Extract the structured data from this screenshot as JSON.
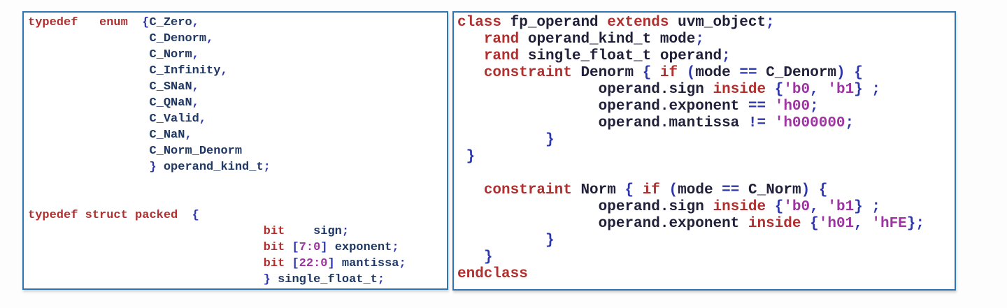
{
  "palette": {
    "keyword": "#b03030",
    "ident_navy": "#1f3864",
    "ident_dark": "#20203a",
    "punct": "#2d35aa",
    "literal": "#9d34a2",
    "border": "#2e75b6",
    "background": "#ffffff"
  },
  "panels": [
    {
      "name": "typedef-declarations",
      "lines": [
        [
          [
            "k",
            "typedef"
          ],
          [
            "s",
            "   "
          ],
          [
            "k",
            "enum"
          ],
          [
            "s",
            "  "
          ],
          [
            "o",
            "{"
          ],
          [
            "n",
            "C_Zero"
          ],
          [
            "o",
            ","
          ]
        ],
        [
          [
            "s",
            "                 "
          ],
          [
            "n",
            "C_Denorm"
          ],
          [
            "o",
            ","
          ]
        ],
        [
          [
            "s",
            "                 "
          ],
          [
            "n",
            "C_Norm"
          ],
          [
            "o",
            ","
          ]
        ],
        [
          [
            "s",
            "                 "
          ],
          [
            "n",
            "C_Infinity"
          ],
          [
            "o",
            ","
          ]
        ],
        [
          [
            "s",
            "                 "
          ],
          [
            "n",
            "C_SNaN"
          ],
          [
            "o",
            ","
          ]
        ],
        [
          [
            "s",
            "                 "
          ],
          [
            "n",
            "C_QNaN"
          ],
          [
            "o",
            ","
          ]
        ],
        [
          [
            "s",
            "                 "
          ],
          [
            "n",
            "C_Valid"
          ],
          [
            "o",
            ","
          ]
        ],
        [
          [
            "s",
            "                 "
          ],
          [
            "n",
            "C_NaN"
          ],
          [
            "o",
            ","
          ]
        ],
        [
          [
            "s",
            "                 "
          ],
          [
            "n",
            "C_Norm_Denorm"
          ]
        ],
        [
          [
            "s",
            "                 "
          ],
          [
            "o",
            "}"
          ],
          [
            "s",
            " "
          ],
          [
            "n",
            "operand_kind_t"
          ],
          [
            "o",
            ";"
          ]
        ],
        [],
        [],
        [
          [
            "k",
            "typedef"
          ],
          [
            "s",
            " "
          ],
          [
            "k",
            "struct"
          ],
          [
            "s",
            " "
          ],
          [
            "k",
            "packed"
          ],
          [
            "s",
            "  "
          ],
          [
            "o",
            "{"
          ]
        ],
        [
          [
            "s",
            "                                 "
          ],
          [
            "k",
            "bit"
          ],
          [
            "s",
            "    "
          ],
          [
            "n",
            "sign"
          ],
          [
            "o",
            ";"
          ]
        ],
        [
          [
            "s",
            "                                 "
          ],
          [
            "k",
            "bit"
          ],
          [
            "s",
            " "
          ],
          [
            "o",
            "["
          ],
          [
            "l",
            "7:0"
          ],
          [
            "o",
            "]"
          ],
          [
            "s",
            " "
          ],
          [
            "n",
            "exponent"
          ],
          [
            "o",
            ";"
          ]
        ],
        [
          [
            "s",
            "                                 "
          ],
          [
            "k",
            "bit"
          ],
          [
            "s",
            " "
          ],
          [
            "o",
            "["
          ],
          [
            "l",
            "22:0"
          ],
          [
            "o",
            "]"
          ],
          [
            "s",
            " "
          ],
          [
            "n",
            "mantissa"
          ],
          [
            "o",
            ";"
          ]
        ],
        [
          [
            "s",
            "                                 "
          ],
          [
            "o",
            "}"
          ],
          [
            "s",
            " "
          ],
          [
            "n",
            "single_float_t"
          ],
          [
            "o",
            ";"
          ]
        ]
      ]
    },
    {
      "name": "class-fp-operand",
      "lines": [
        [
          [
            "k",
            "class"
          ],
          [
            "s",
            " "
          ],
          [
            "d",
            "fp_operand"
          ],
          [
            "s",
            " "
          ],
          [
            "k",
            "extends"
          ],
          [
            "s",
            " "
          ],
          [
            "d",
            "uvm_object"
          ],
          [
            "o",
            ";"
          ]
        ],
        [
          [
            "s",
            "   "
          ],
          [
            "k",
            "rand"
          ],
          [
            "s",
            " "
          ],
          [
            "d",
            "operand_kind_t"
          ],
          [
            "s",
            " "
          ],
          [
            "d",
            "mode"
          ],
          [
            "o",
            ";"
          ]
        ],
        [
          [
            "s",
            "   "
          ],
          [
            "k",
            "rand"
          ],
          [
            "s",
            " "
          ],
          [
            "d",
            "single_float_t"
          ],
          [
            "s",
            " "
          ],
          [
            "d",
            "operand"
          ],
          [
            "o",
            ";"
          ]
        ],
        [
          [
            "s",
            "   "
          ],
          [
            "k",
            "constraint"
          ],
          [
            "s",
            " "
          ],
          [
            "d",
            "Denorm"
          ],
          [
            "s",
            " "
          ],
          [
            "o",
            "{"
          ],
          [
            "s",
            " "
          ],
          [
            "k",
            "if"
          ],
          [
            "s",
            " "
          ],
          [
            "o",
            "("
          ],
          [
            "d",
            "mode"
          ],
          [
            "s",
            " "
          ],
          [
            "o",
            "=="
          ],
          [
            "s",
            " "
          ],
          [
            "d",
            "C_Denorm"
          ],
          [
            "o",
            ")"
          ],
          [
            "s",
            " "
          ],
          [
            "o",
            "{"
          ]
        ],
        [
          [
            "s",
            "                "
          ],
          [
            "d",
            "operand.sign"
          ],
          [
            "s",
            " "
          ],
          [
            "k",
            "inside"
          ],
          [
            "s",
            " "
          ],
          [
            "o",
            "{"
          ],
          [
            "l",
            "'b0"
          ],
          [
            "o",
            ","
          ],
          [
            "s",
            " "
          ],
          [
            "l",
            "'b1"
          ],
          [
            "o",
            "}"
          ],
          [
            "s",
            " "
          ],
          [
            "o",
            ";"
          ]
        ],
        [
          [
            "s",
            "                "
          ],
          [
            "d",
            "operand.exponent"
          ],
          [
            "s",
            " "
          ],
          [
            "o",
            "=="
          ],
          [
            "s",
            " "
          ],
          [
            "l",
            "'h00"
          ],
          [
            "o",
            ";"
          ]
        ],
        [
          [
            "s",
            "                "
          ],
          [
            "d",
            "operand.mantissa"
          ],
          [
            "s",
            " "
          ],
          [
            "o",
            "!="
          ],
          [
            "s",
            " "
          ],
          [
            "l",
            "'h000000"
          ],
          [
            "o",
            ";"
          ]
        ],
        [
          [
            "s",
            "          "
          ],
          [
            "o",
            "}"
          ]
        ],
        [
          [
            "s",
            " "
          ],
          [
            "o",
            "}"
          ]
        ],
        [],
        [
          [
            "s",
            "   "
          ],
          [
            "k",
            "constraint"
          ],
          [
            "s",
            " "
          ],
          [
            "d",
            "Norm"
          ],
          [
            "s",
            " "
          ],
          [
            "o",
            "{"
          ],
          [
            "s",
            " "
          ],
          [
            "k",
            "if"
          ],
          [
            "s",
            " "
          ],
          [
            "o",
            "("
          ],
          [
            "d",
            "mode"
          ],
          [
            "s",
            " "
          ],
          [
            "o",
            "=="
          ],
          [
            "s",
            " "
          ],
          [
            "d",
            "C_Norm"
          ],
          [
            "o",
            ")"
          ],
          [
            "s",
            " "
          ],
          [
            "o",
            "{"
          ]
        ],
        [
          [
            "s",
            "                "
          ],
          [
            "d",
            "operand.sign"
          ],
          [
            "s",
            " "
          ],
          [
            "k",
            "inside"
          ],
          [
            "s",
            " "
          ],
          [
            "o",
            "{"
          ],
          [
            "l",
            "'b0"
          ],
          [
            "o",
            ","
          ],
          [
            "s",
            " "
          ],
          [
            "l",
            "'b1"
          ],
          [
            "o",
            "}"
          ],
          [
            "s",
            " "
          ],
          [
            "o",
            ";"
          ]
        ],
        [
          [
            "s",
            "                "
          ],
          [
            "d",
            "operand.exponent"
          ],
          [
            "s",
            " "
          ],
          [
            "k",
            "inside"
          ],
          [
            "s",
            " "
          ],
          [
            "o",
            "{"
          ],
          [
            "l",
            "'h01"
          ],
          [
            "o",
            ","
          ],
          [
            "s",
            " "
          ],
          [
            "l",
            "'hFE"
          ],
          [
            "o",
            "}"
          ],
          [
            "o",
            ";"
          ]
        ],
        [
          [
            "s",
            "          "
          ],
          [
            "o",
            "}"
          ]
        ],
        [
          [
            "s",
            "   "
          ],
          [
            "o",
            "}"
          ]
        ],
        [
          [
            "k",
            "endclass"
          ]
        ]
      ]
    }
  ]
}
